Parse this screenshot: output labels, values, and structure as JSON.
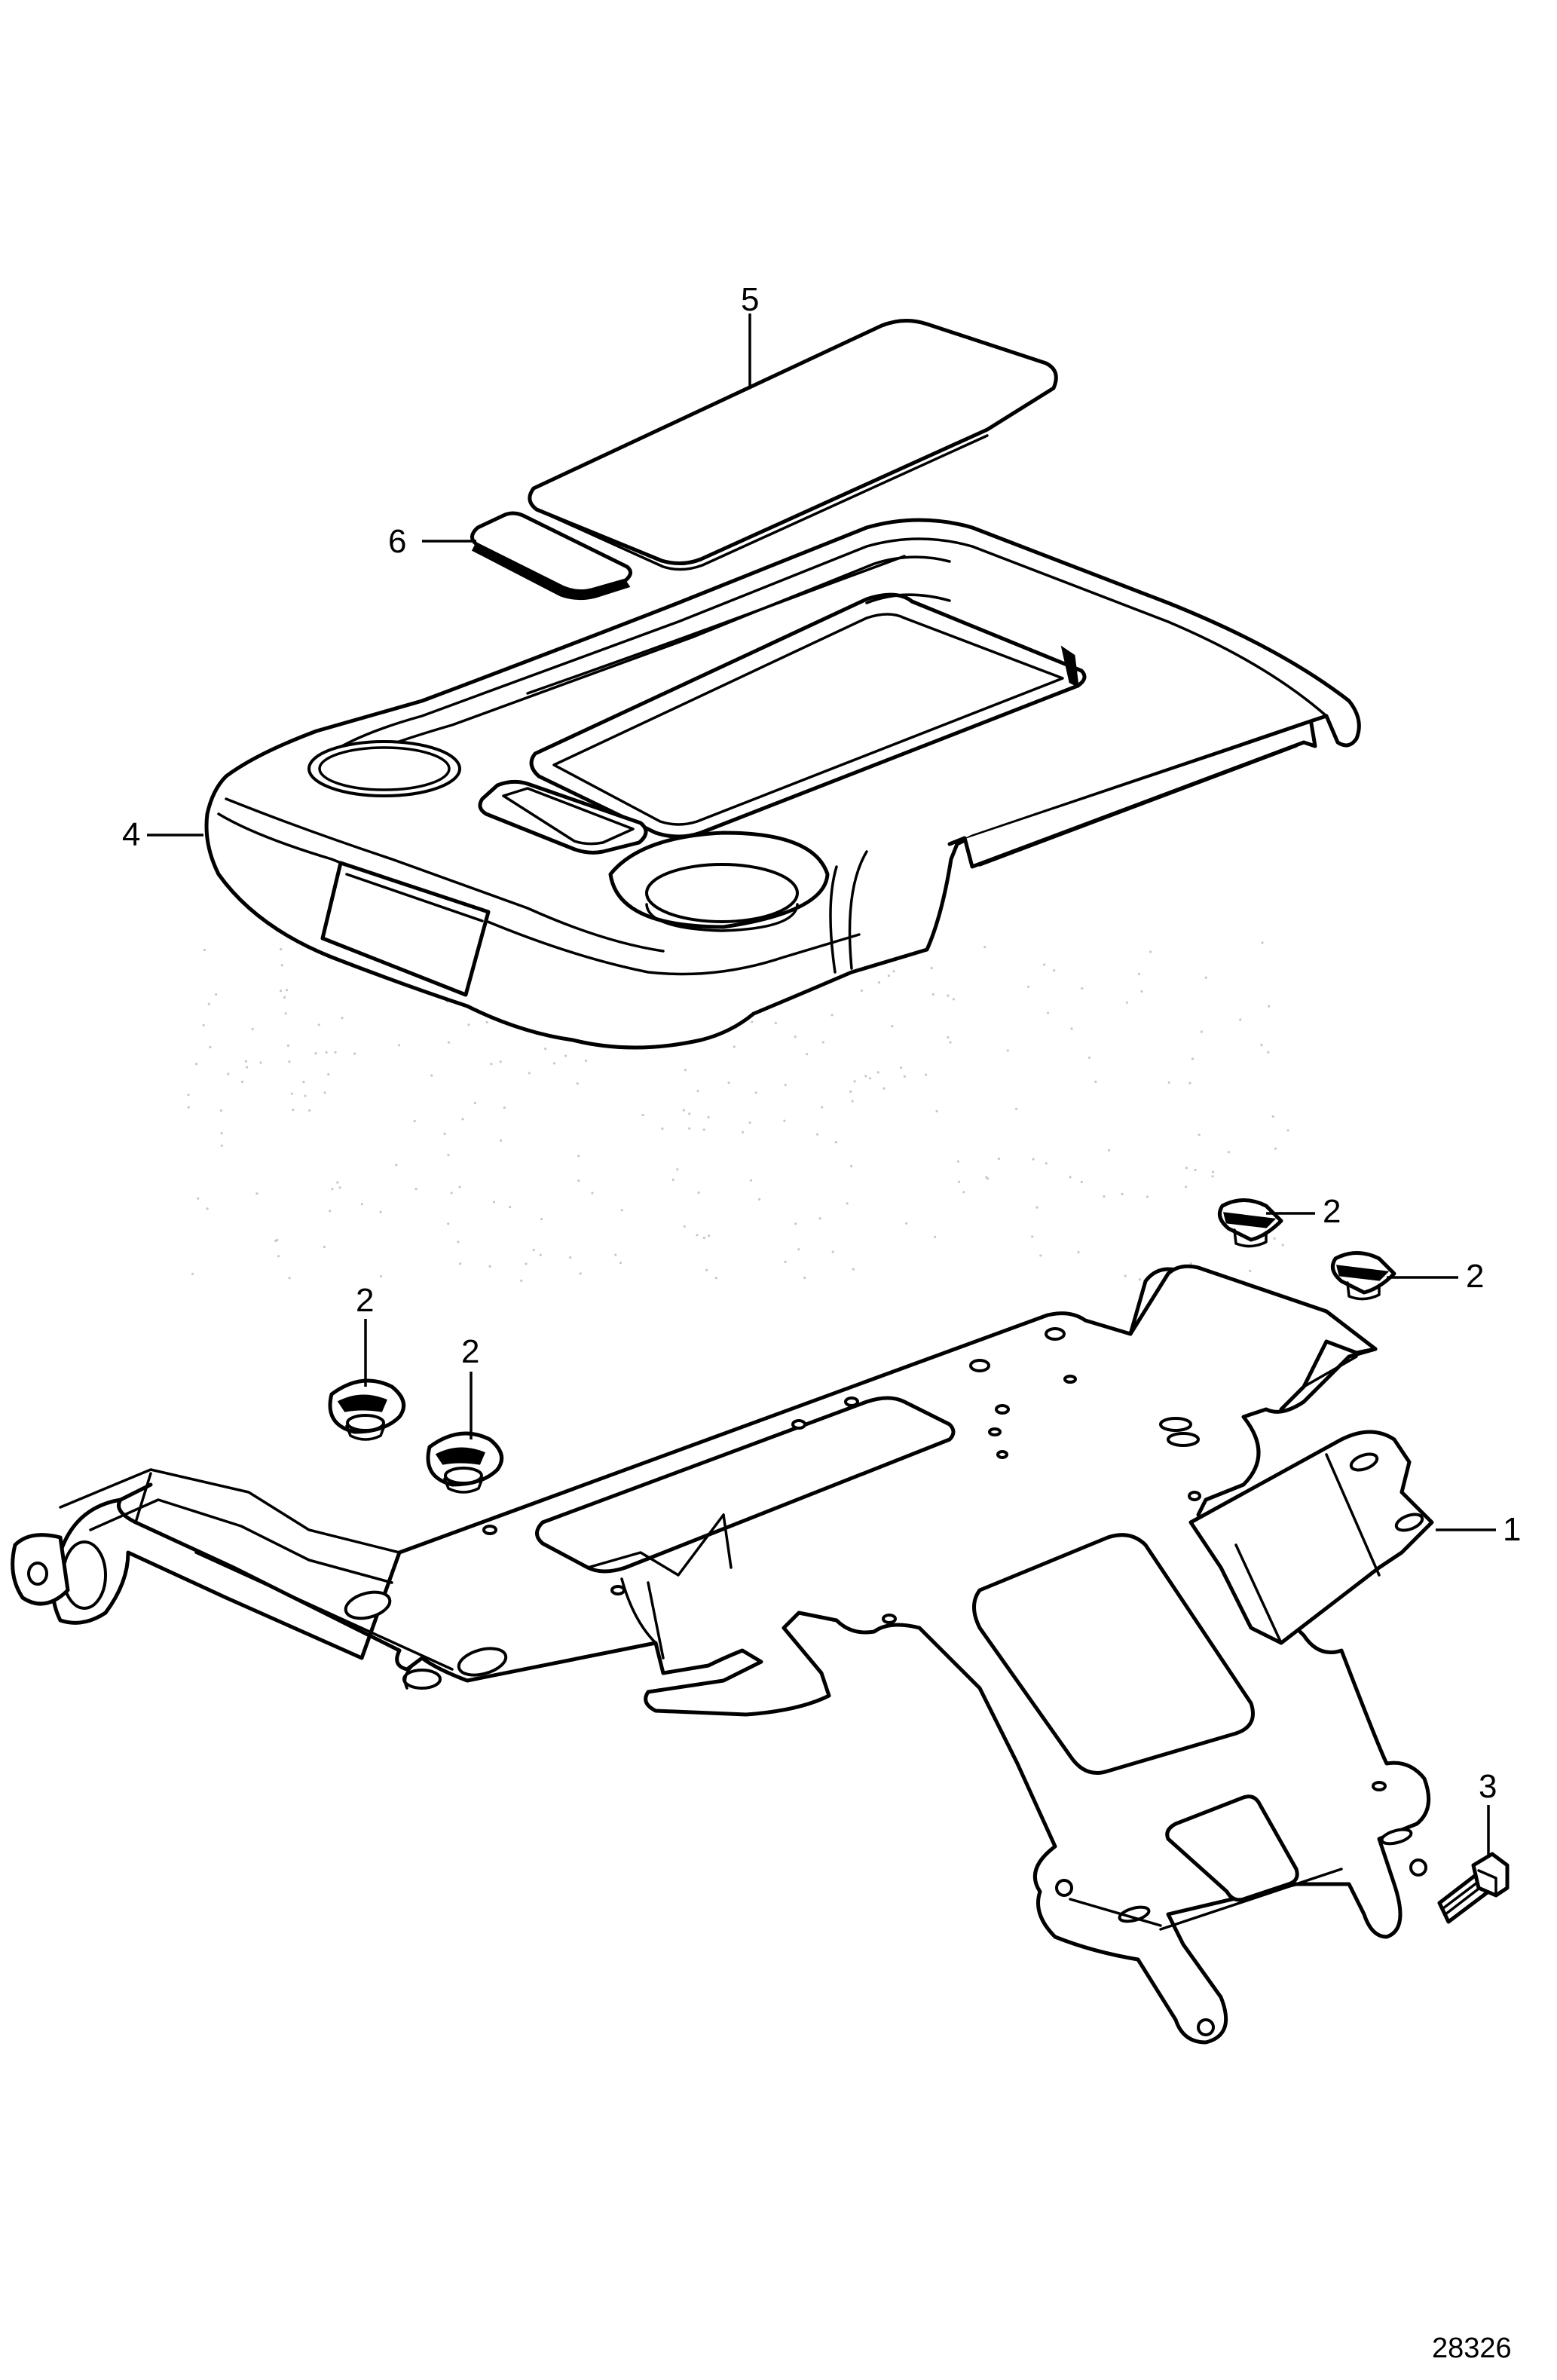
{
  "figure_number": "28326",
  "callouts": [
    {
      "id": "1",
      "label": "1",
      "part": "mounting-bracket"
    },
    {
      "id": "2a",
      "label": "2",
      "part": "grommet"
    },
    {
      "id": "2b",
      "label": "2",
      "part": "grommet"
    },
    {
      "id": "2c",
      "label": "2",
      "part": "grommet"
    },
    {
      "id": "2d",
      "label": "2",
      "part": "grommet"
    },
    {
      "id": "3",
      "label": "3",
      "part": "bolt"
    },
    {
      "id": "4",
      "label": "4",
      "part": "engine-cover"
    },
    {
      "id": "5",
      "label": "5",
      "part": "insulation-pad-large"
    },
    {
      "id": "6",
      "label": "6",
      "part": "insulation-pad-small"
    }
  ]
}
